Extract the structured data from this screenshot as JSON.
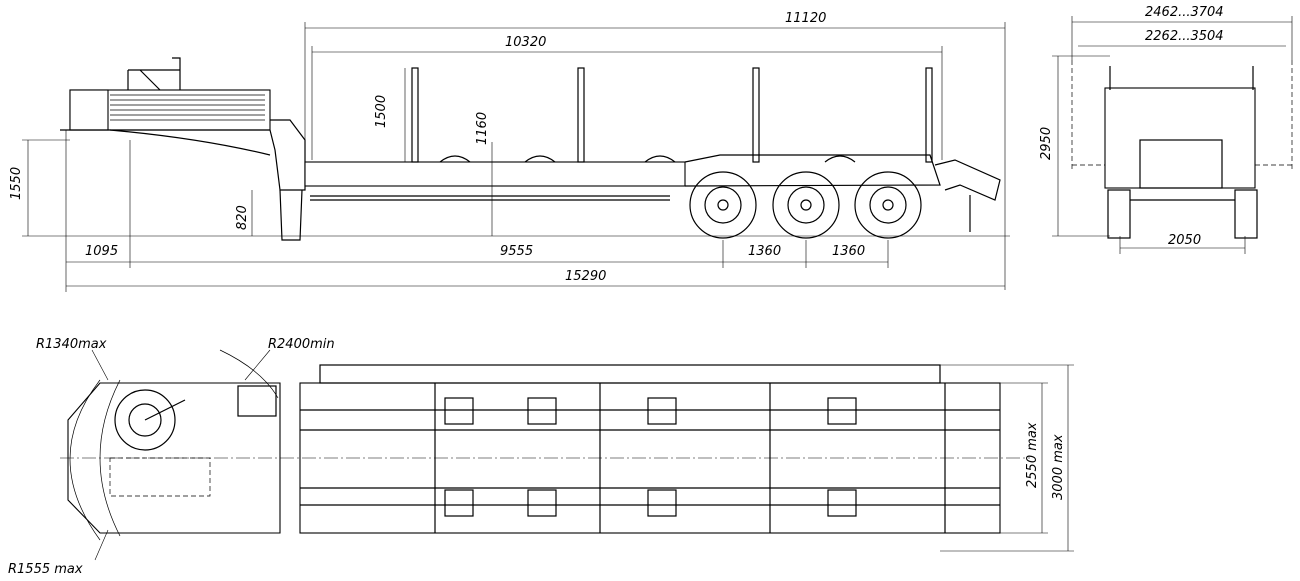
{
  "side_view": {
    "overall_upper": "11120",
    "deck_length": "10320",
    "stake_height": "1500",
    "deck_height": "1160",
    "total_height": "1550",
    "deck_ground": "820",
    "front_overhang": "1095",
    "wheelbase": "9555",
    "axle_spacing_1": "1360",
    "axle_spacing_2": "1360",
    "overall_length": "15290"
  },
  "rear_view": {
    "width_outer": "2462...3704",
    "width_inner": "2262...3504",
    "height": "2950",
    "track": "2050"
  },
  "top_view": {
    "radius_front": "R1340max",
    "radius_turn": "R2400min",
    "radius_rear": "R1555 max",
    "width_1": "2550 max",
    "width_2": "3000 max"
  }
}
